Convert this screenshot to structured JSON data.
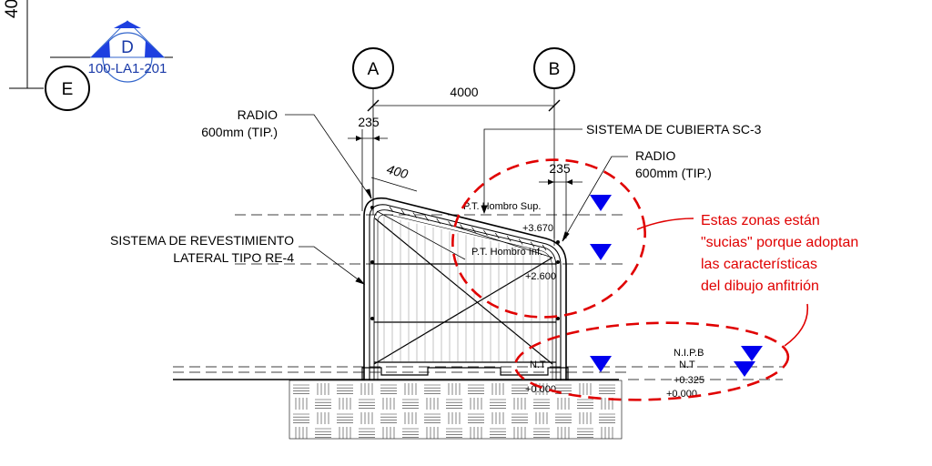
{
  "drawing": {
    "grid_a": "A",
    "grid_b": "B",
    "grid_e": "E",
    "dim_top_left": "40",
    "dim_span": "4000",
    "dim_235_left": "235",
    "dim_235_right": "235",
    "dim_400": "400",
    "section_mark": {
      "letter": "D",
      "sheet": "100-LA1-201"
    },
    "label_radio_left": [
      "RADIO",
      "600mm (TIP.)"
    ],
    "label_radio_right": [
      "RADIO",
      "600mm (TIP.)"
    ],
    "label_roof": "SISTEMA DE CUBIERTA SC-3",
    "label_cladding": [
      "SISTEMA DE REVESTIMIENTO",
      "LATERAL TIPO RE-4"
    ],
    "level_hombro_sup": "P.T. Hombro Sup.",
    "level_hombro_sup_value": "+3.670",
    "level_hombro_inf": "P.T. Hombro Inf.",
    "level_hombro_inf_value": "+2.600",
    "level_nt": "N.T",
    "level_nt_value": "+0.000",
    "level_nipb": "N.I.P.B",
    "level_nt_right": "N.T",
    "level_nipb_value": "+0.325",
    "level_nt_right_value": "+0.000"
  },
  "annotation": {
    "lines": [
      "Estas zonas están",
      "\"sucias\" porque adoptan",
      "las características",
      "del dibujo anfitrión"
    ],
    "color": "#e00000"
  },
  "colors": {
    "ink": "#000000",
    "level_marker": "#0000ee",
    "section_mark": "#3366cc"
  }
}
